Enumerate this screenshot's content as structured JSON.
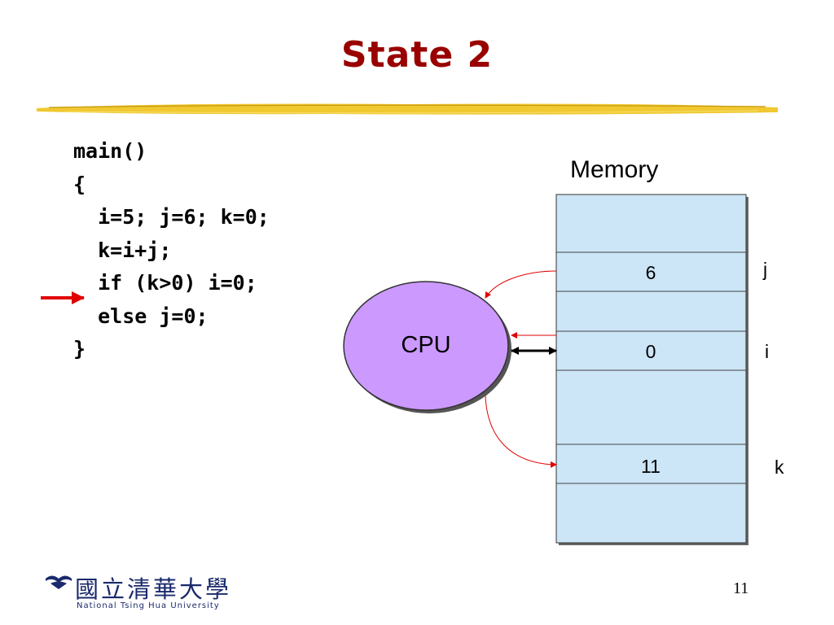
{
  "slide": {
    "title": "State 2",
    "page_number": "11"
  },
  "code": {
    "lines": [
      "main()",
      "{",
      "  i=5; j=6; k=0;",
      "  k=i+j;",
      "  if (k>0) i=0;",
      "  else j=0;",
      "}"
    ]
  },
  "diagram": {
    "memory_label": "Memory",
    "cpu_label": "CPU",
    "cells": [
      {
        "value": "",
        "var": ""
      },
      {
        "value": "6",
        "var": "j"
      },
      {
        "value": "",
        "var": ""
      },
      {
        "value": "0",
        "var": "i"
      },
      {
        "value": "",
        "var": ""
      },
      {
        "value": "11",
        "var": "k"
      },
      {
        "value": "",
        "var": ""
      }
    ]
  },
  "logo": {
    "name_chinese": "國立清華大學",
    "name_english": "National Tsing Hua University"
  },
  "colors": {
    "title": "#990000",
    "cpu_fill": "#cc99ff",
    "memory_fill": "#cce5f7",
    "arrow_red": "#e00000",
    "rule": "#e8c020"
  }
}
